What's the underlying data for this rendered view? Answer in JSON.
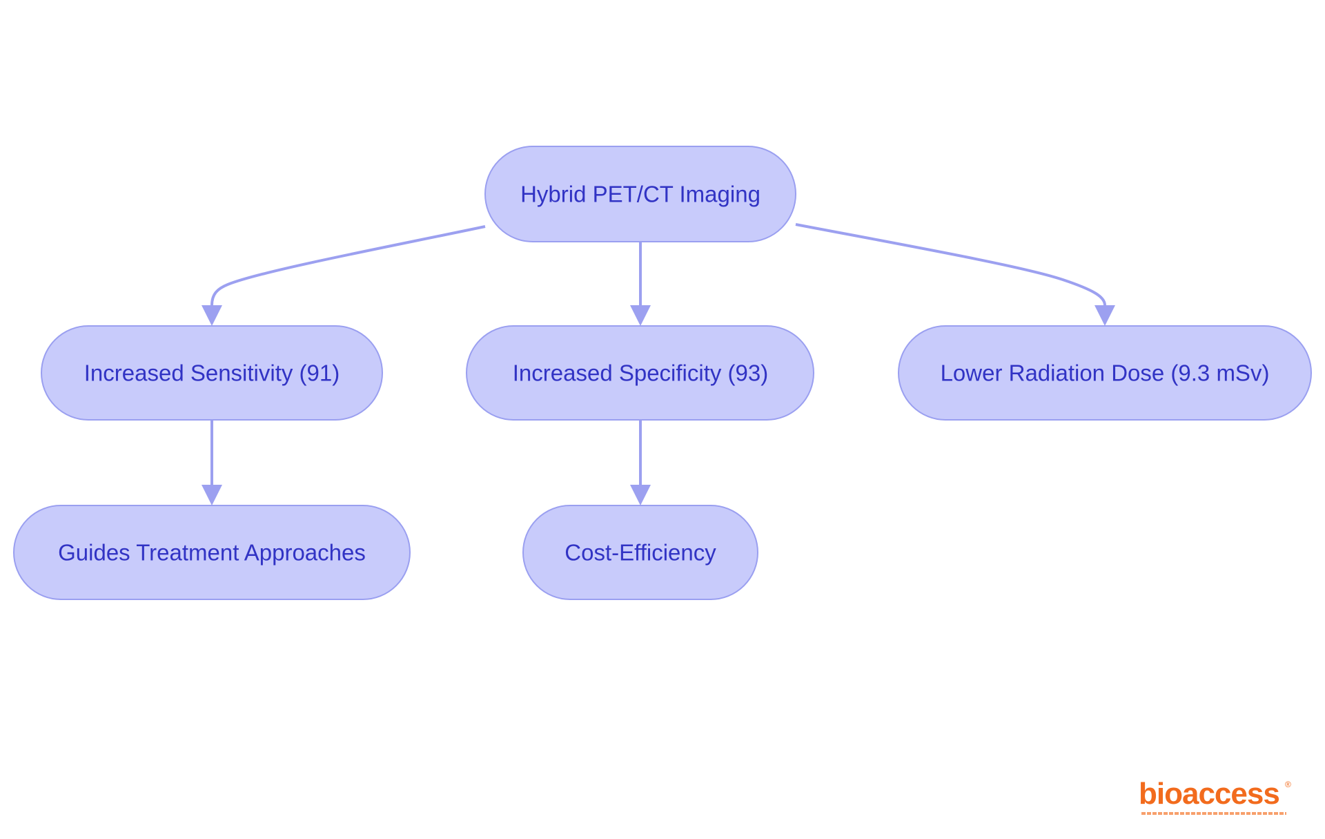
{
  "diagram": {
    "nodes": [
      {
        "id": "root",
        "label": "Hybrid PET/CT Imaging"
      },
      {
        "id": "sensitivity",
        "label": "Increased Sensitivity (91)"
      },
      {
        "id": "specificity",
        "label": "Increased Specificity (93)"
      },
      {
        "id": "radiation",
        "label": "Lower Radiation Dose (9.3 mSv)"
      },
      {
        "id": "treatment",
        "label": "Guides Treatment Approaches"
      },
      {
        "id": "cost",
        "label": "Cost-Efficiency"
      }
    ],
    "edges": [
      {
        "from": "root",
        "to": "sensitivity"
      },
      {
        "from": "root",
        "to": "specificity"
      },
      {
        "from": "root",
        "to": "radiation"
      },
      {
        "from": "sensitivity",
        "to": "treatment"
      },
      {
        "from": "specificity",
        "to": "cost"
      }
    ]
  },
  "logo": {
    "wordmark": "bioaccess",
    "registered_mark": "®"
  },
  "colors": {
    "node_fill": "#c8cbfb",
    "node_stroke": "#9a9ff0",
    "node_text": "#3133c4",
    "edge": "#9ca0f0",
    "logo": "#f26b1d"
  }
}
